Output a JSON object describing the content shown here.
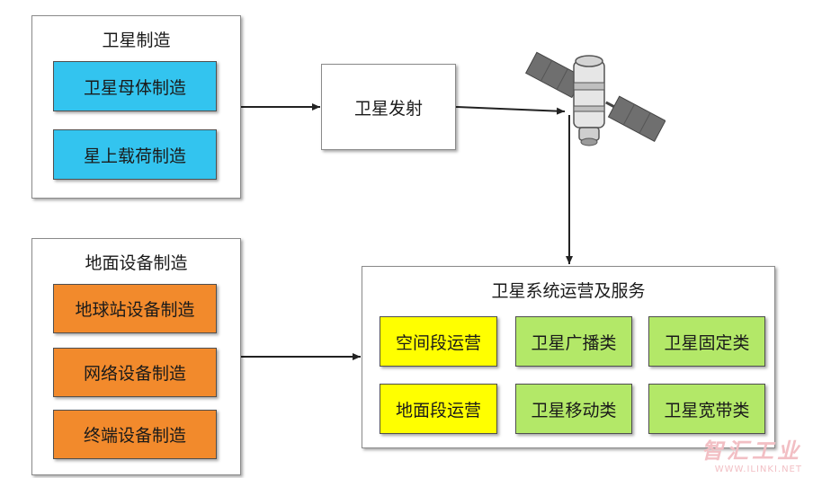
{
  "satellite_manufacturing": {
    "title": "卫星制造",
    "items": [
      "卫星母体制造",
      "星上载荷制造"
    ]
  },
  "launch": {
    "label": "卫星发射"
  },
  "ground_equipment": {
    "title": "地面设备制造",
    "items": [
      "地球站设备制造",
      "网络设备制造",
      "终端设备制造"
    ]
  },
  "operations": {
    "title": "卫星系统运营及服务",
    "segments": [
      "空间段运营",
      "地面段运营"
    ],
    "services": [
      "卫星广播类",
      "卫星固定类",
      "卫星移动类",
      "卫星宽带类"
    ]
  },
  "satellite_icon": "satellite-icon",
  "colors": {
    "blue": "#33c4ef",
    "orange": "#f28a2c",
    "yellow": "#ffff00",
    "green": "#b3e868"
  },
  "watermark": {
    "brand": "智汇工业",
    "url": "WWW.ILINKI.NET"
  }
}
